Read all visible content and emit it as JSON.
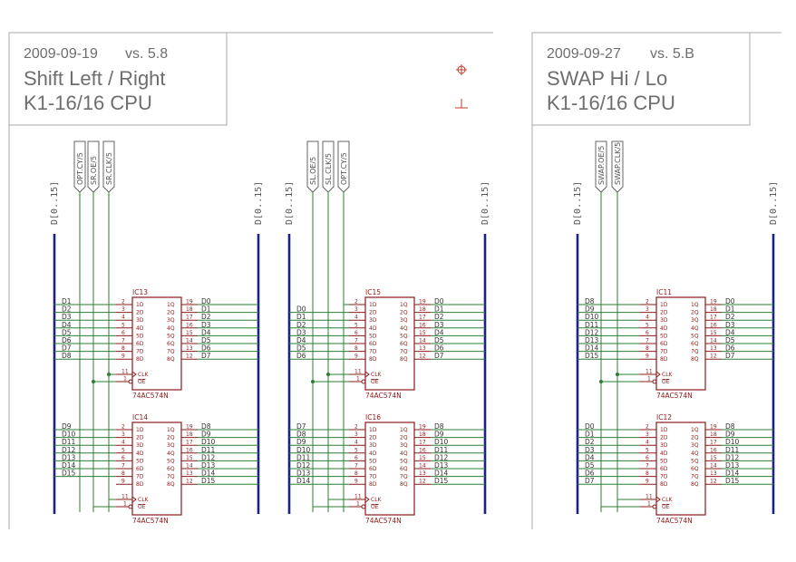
{
  "panels": [
    {
      "id": "shift",
      "date": "2009-09-19",
      "version": "vs. 5.8",
      "title": "Shift Left / Right",
      "cpu": "K1-16/16 CPU",
      "bus_label": "D[0..15]",
      "ports": [
        "OPT.CY/5",
        "SR.OE/5",
        "SR.CLK/5"
      ],
      "chips": [
        {
          "name": "IC13",
          "part": "74AC574N",
          "inputs": [
            "D1",
            "D2",
            "D3",
            "D4",
            "D5",
            "D6",
            "D7",
            "D8"
          ],
          "outputs": [
            "D0",
            "D1",
            "D2",
            "D3",
            "D4",
            "D5",
            "D6",
            "D7"
          ]
        },
        {
          "name": "IC14",
          "part": "74AC574N",
          "inputs": [
            "D9",
            "D10",
            "D11",
            "D12",
            "D13",
            "D14",
            "D15",
            ""
          ],
          "outputs": [
            "D8",
            "D9",
            "D10",
            "D11",
            "D12",
            "D13",
            "D14",
            "D15"
          ]
        }
      ]
    },
    {
      "id": "shift2",
      "ports": [
        "SL.OE/5",
        "SL.CLK/5",
        "OPT.CY/5"
      ],
      "bus_label": "D[0..15]",
      "chips": [
        {
          "name": "IC15",
          "part": "74AC574N",
          "inputs": [
            "",
            "D0",
            "D1",
            "D2",
            "D3",
            "D4",
            "D5",
            "D6"
          ],
          "outputs": [
            "D0",
            "D1",
            "D2",
            "D3",
            "D4",
            "D5",
            "D6",
            "D7"
          ]
        },
        {
          "name": "IC16",
          "part": "74AC574N",
          "inputs": [
            "D7",
            "D8",
            "D9",
            "D10",
            "D11",
            "D12",
            "D13",
            "D14"
          ],
          "outputs": [
            "D8",
            "D9",
            "D10",
            "D11",
            "D12",
            "D13",
            "D14",
            "D15"
          ]
        }
      ]
    },
    {
      "id": "swap",
      "date": "2009-09-27",
      "version": "vs. 5.B",
      "title": "SWAP Hi / Lo",
      "cpu": "K1-16/16 CPU",
      "bus_label": "D[0..15]",
      "ports": [
        "SWAP.OE/5",
        "SWAP.CLK/5"
      ],
      "chips": [
        {
          "name": "IC11",
          "part": "74AC574N",
          "inputs": [
            "D8",
            "D9",
            "D10",
            "D11",
            "D12",
            "D13",
            "D14",
            "D15"
          ],
          "outputs": [
            "D0",
            "D1",
            "D2",
            "D3",
            "D4",
            "D5",
            "D6",
            "D7"
          ]
        },
        {
          "name": "IC12",
          "part": "74AC574N",
          "inputs": [
            "D0",
            "D1",
            "D2",
            "D3",
            "D4",
            "D5",
            "D6",
            "D7"
          ],
          "outputs": [
            "D8",
            "D9",
            "D10",
            "D11",
            "D12",
            "D13",
            "D14",
            "D15"
          ]
        }
      ]
    }
  ],
  "chip_pins": {
    "left_nums": [
      "2",
      "3",
      "4",
      "5",
      "6",
      "7",
      "8",
      "9"
    ],
    "right_nums": [
      "19",
      "18",
      "17",
      "16",
      "15",
      "14",
      "13",
      "12"
    ],
    "left_names": [
      "1D",
      "2D",
      "3D",
      "4D",
      "5D",
      "6D",
      "7D",
      "8D"
    ],
    "right_names": [
      "1Q",
      "2Q",
      "3Q",
      "4Q",
      "5Q",
      "6Q",
      "7Q",
      "8Q"
    ],
    "clk_num": "11",
    "oe_num": "1",
    "clk_name": "CLK",
    "oe_name": "OE"
  },
  "colors": {
    "bus": "#1a237e",
    "wire": "#2e7d32",
    "chip": "#8b1a1a",
    "frame": "#a8a8a8",
    "title_text": "#6e6e6e"
  }
}
